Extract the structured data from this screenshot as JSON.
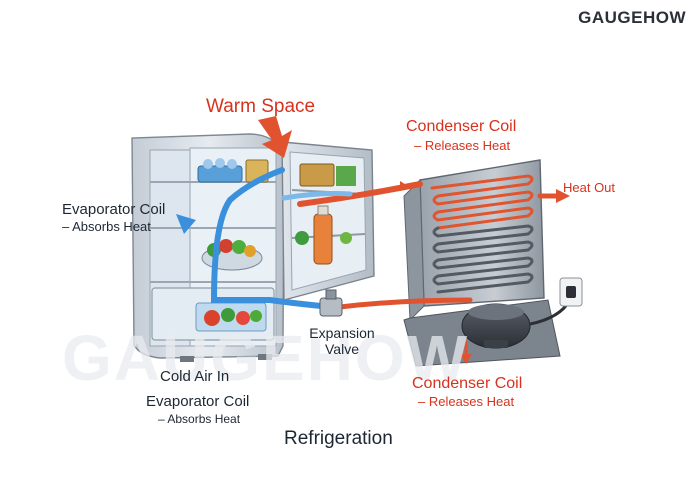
{
  "brand": "GAUGEHOW",
  "watermark": "GAUGEHOW",
  "caption": "Refrigeration",
  "labels": {
    "warm_space": "Warm Space",
    "condenser_top_title": "Condenser Coil",
    "condenser_top_sub": "– Releases Heat",
    "heat_out": "Heat Out",
    "evaporator_left_title": "Evaporator Coil",
    "evaporator_left_sub": "– Absorbs Heat",
    "expansion_line1": "Expansion",
    "expansion_line2": "Valve",
    "cold_air_in": "Cold Air In",
    "evaporator_bottom_title": "Evaporator Coil",
    "evaporator_bottom_sub": "– Absorbs Heat",
    "condenser_bottom_title": "Condenser Coil",
    "condenser_bottom_sub": "– Releases Heat"
  },
  "colors": {
    "red_label": "#d8321e",
    "dark_text": "#1d2733",
    "hot_pipe": "#e0532e",
    "cold_pipe": "#3a90dd",
    "fridge_body": "#d6dce3",
    "fridge_interior": "#eef3f7",
    "coil_dark": "#4b5058"
  }
}
